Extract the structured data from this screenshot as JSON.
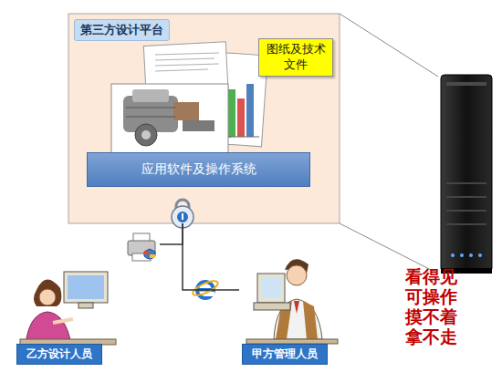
{
  "diagram": {
    "nodes": [
      {
        "text": [
          "第三方设计平台"
        ]
      },
      {
        "text": [
          "图纸及技术文件"
        ],
        "in": 0
      },
      {
        "text": [
          "应用软件及操作系统"
        ],
        "in": 0
      },
      {
        "text": [
          "乙方设计人员"
        ]
      },
      {
        "text": [
          "甲方管理人员"
        ]
      }
    ],
    "edges": [
      {
        "from": 0,
        "to": 3,
        "arrow": "none"
      },
      {
        "from": 0,
        "to": 4,
        "arrow": "none"
      }
    ],
    "labels": [
      "看得见",
      "可操作",
      "摸不着",
      "拿不走"
    ]
  }
}
